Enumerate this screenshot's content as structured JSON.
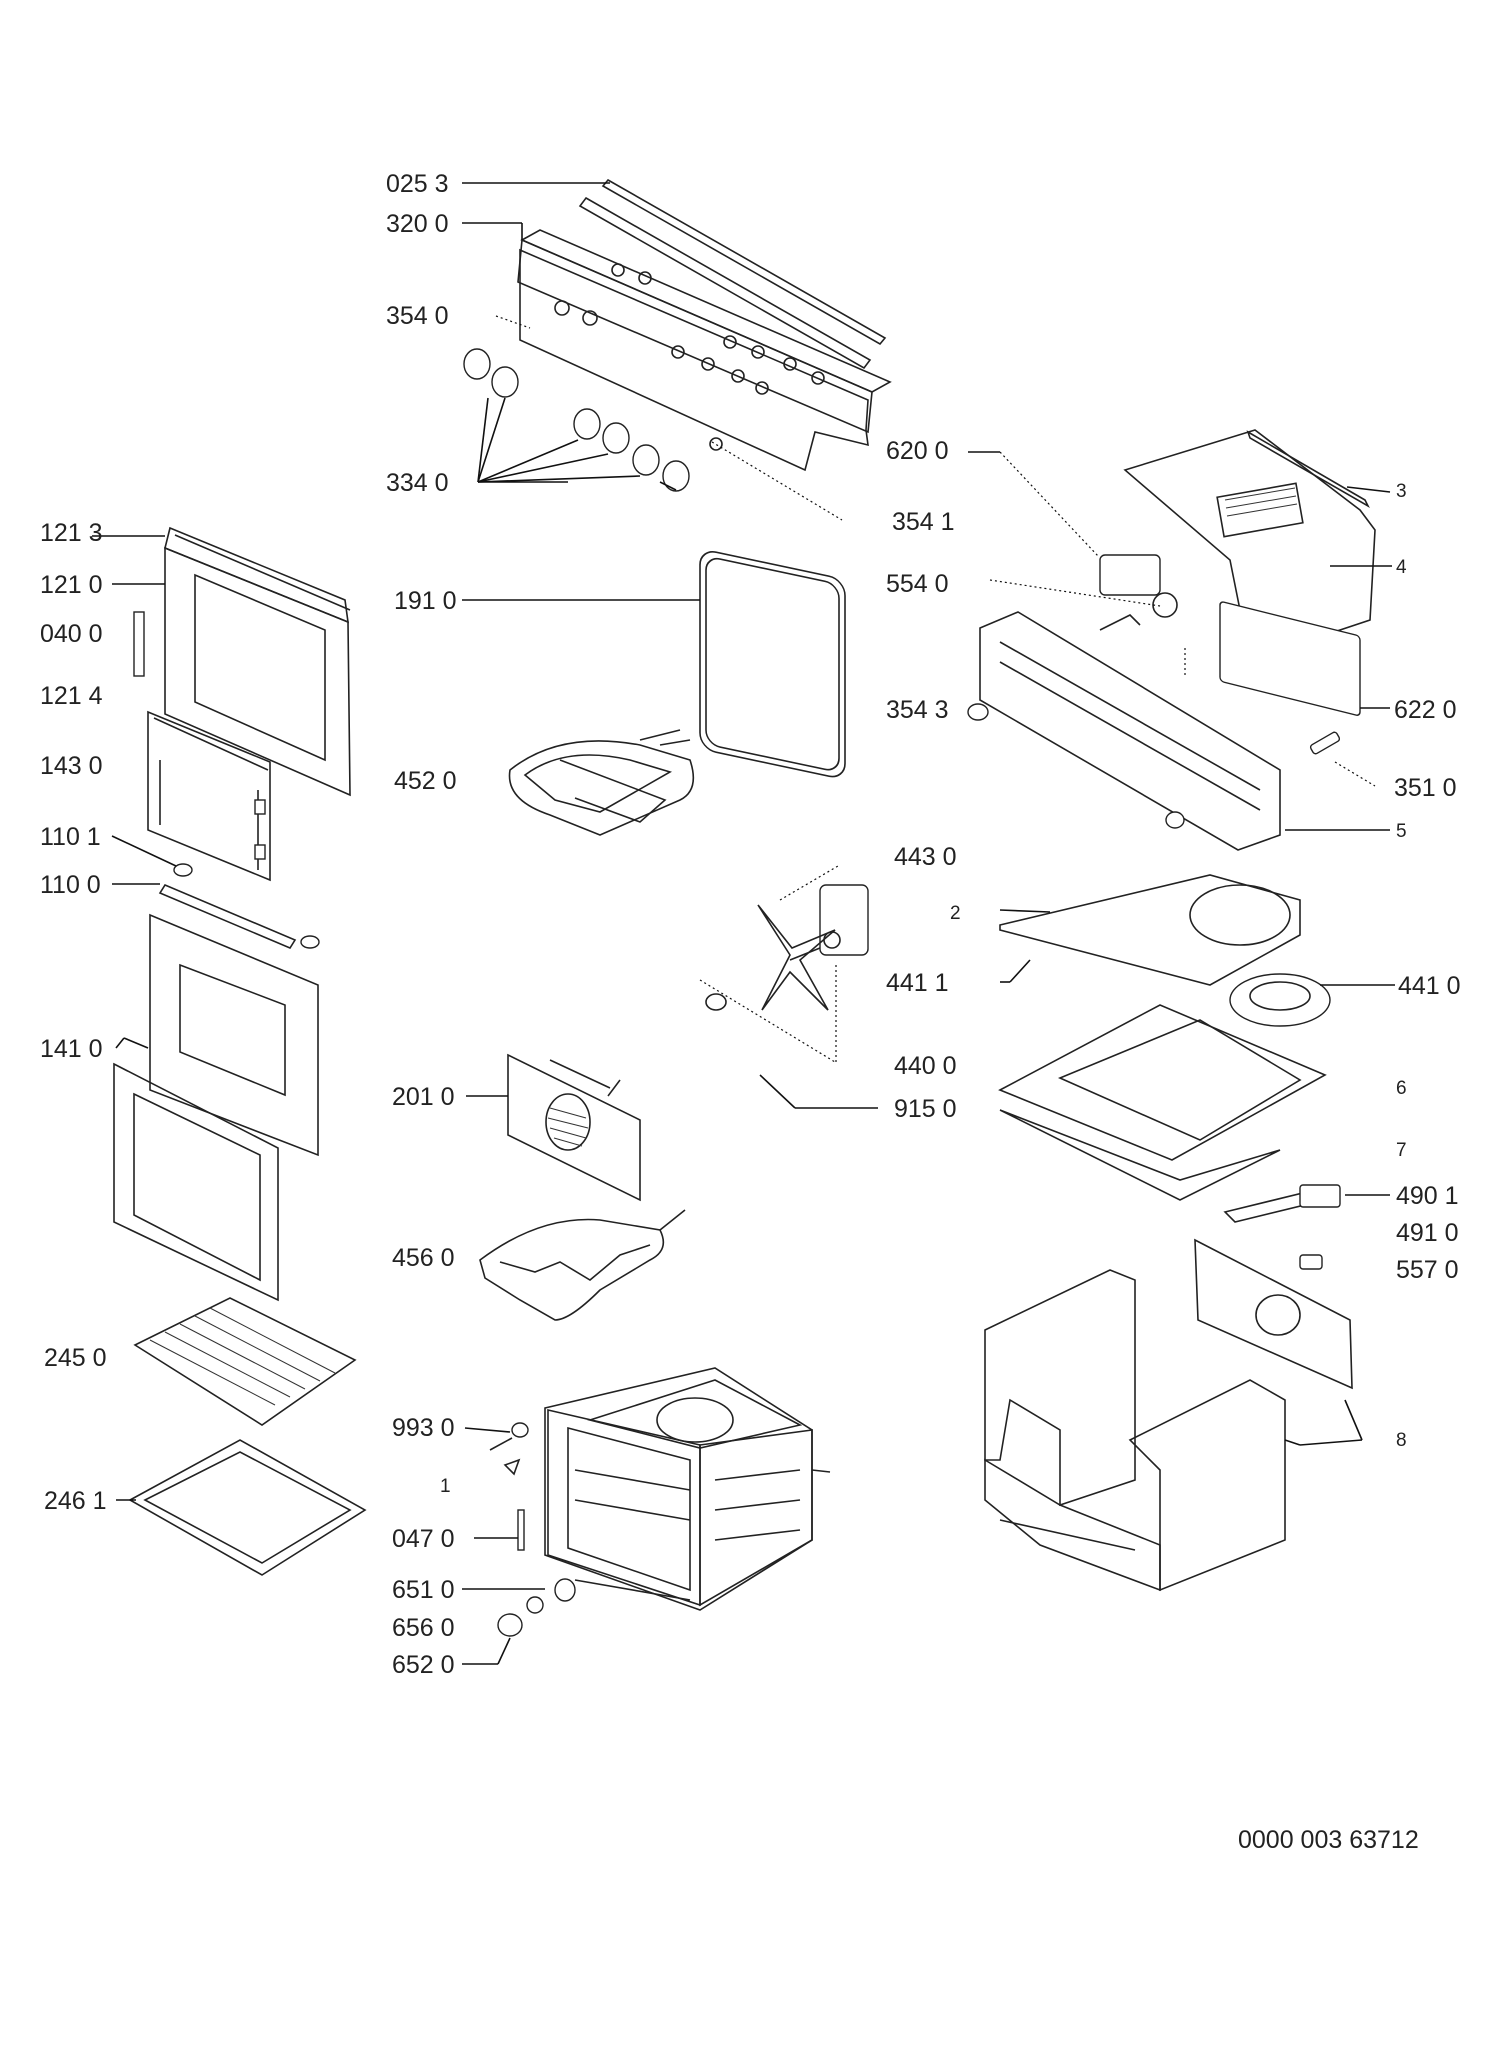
{
  "labels": [
    "025 3",
    "320 0",
    "354 0",
    "334 0",
    "620 0",
    "354 1",
    "554 0",
    "354 3",
    "622 0",
    "351 0",
    "121 3",
    "121 0",
    "040 0",
    "121 4",
    "143 0",
    "110 1",
    "110 0",
    "141 0",
    "245 0",
    "246 1",
    "191 0",
    "452 0",
    "201 0",
    "456 0",
    "993 0",
    "1",
    "047 0",
    "651 0",
    "656 0",
    "652 0",
    "443 0",
    "441 1",
    "441 0",
    "440 0",
    "915 0",
    "490 1",
    "491 0",
    "557 0"
  ],
  "callouts": [
    "2",
    "3",
    "4",
    "5",
    "6",
    "7",
    "8"
  ],
  "document_code": "0000 003 63712"
}
